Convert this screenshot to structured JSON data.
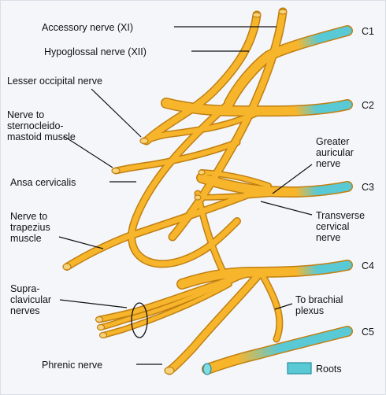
{
  "labels": {
    "accessory": "Accessory nerve (XI)",
    "hypoglossal": "Hypoglossal nerve (XII)",
    "lesser_occipital": "Lesser occipital nerve",
    "scm_1": "Nerve to",
    "scm_2": "sternocleido-",
    "scm_3": "mastoid muscle",
    "ansa": "Ansa cervicalis",
    "trap_1": "Nerve to",
    "trap_2": "trapezius",
    "trap_3": "muscle",
    "supra_1": "Supra-",
    "supra_2": "clavicular",
    "supra_3": "nerves",
    "phrenic": "Phrenic nerve",
    "great_aur_1": "Greater",
    "great_aur_2": "auricular",
    "great_aur_3": "nerve",
    "transverse_1": "Transverse",
    "transverse_2": "cervical",
    "transverse_3": "nerve",
    "brachial_1": "To brachial",
    "brachial_2": "plexus"
  },
  "roots": [
    "C1",
    "C2",
    "C3",
    "C4",
    "C5"
  ],
  "legend": {
    "label": "Roots"
  },
  "colors": {
    "nerve": "#f7b52c",
    "nerve_edge": "#c07f10",
    "root": "#59c9d6",
    "root_edge": "#2a8f9c",
    "background": "#f4f6fa"
  }
}
